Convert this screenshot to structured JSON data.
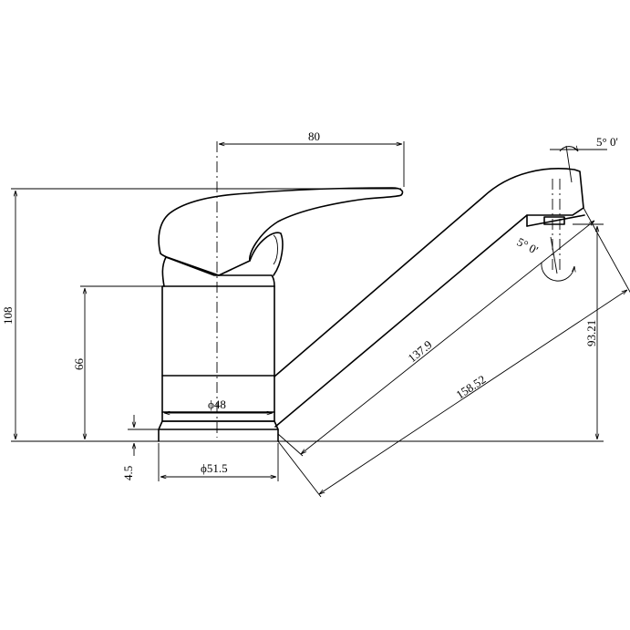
{
  "dimensions": {
    "width_top": "80",
    "total_height": "108",
    "body_height": "66",
    "base_thickness": "4.5",
    "inner_diameter": "ϕ48",
    "outer_diameter": "ϕ51.5",
    "spout_length": "137.9",
    "spout_reach": "158.52",
    "spout_height": "93.21",
    "aerator_angle_top": "5° 0'",
    "aerator_angle_bottom": "5° 0'"
  }
}
